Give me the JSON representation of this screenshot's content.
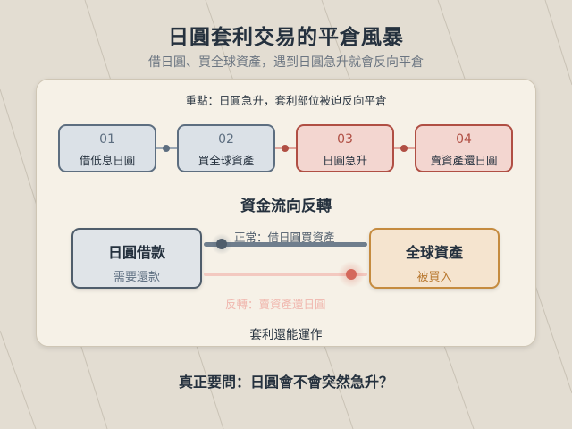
{
  "header": {
    "title": "日圓套利交易的平倉風暴",
    "subtitle": "借日圓、買全球資產，遇到日圓急升就會反向平倉"
  },
  "panel": {
    "key_point": "重點：日圓急升，套利部位被迫反向平倉",
    "steps": [
      {
        "num": "01",
        "label": "借低息日圓",
        "tone": "blue"
      },
      {
        "num": "02",
        "label": "買全球資產",
        "tone": "blue"
      },
      {
        "num": "03",
        "label": "日圓急升",
        "tone": "red"
      },
      {
        "num": "04",
        "label": "賣資產還日圓",
        "tone": "red"
      }
    ],
    "flow_title": "資金流向反轉",
    "left_box": {
      "name": "日圓借款",
      "note": "需要還款"
    },
    "right_box": {
      "name": "全球資產",
      "note": "被買入"
    },
    "normal_flow_label": "正常：借日圓買資產",
    "reverse_flow_label": "反轉：賣資產還日圓",
    "footer": "套利還能運作"
  },
  "question": "真正要問：日圓會不會突然急升？",
  "colors": {
    "blue_accent": "#5d6e80",
    "red_accent": "#b04f44",
    "gold_accent": "#c58b3f",
    "background": "#e3ddd2"
  }
}
